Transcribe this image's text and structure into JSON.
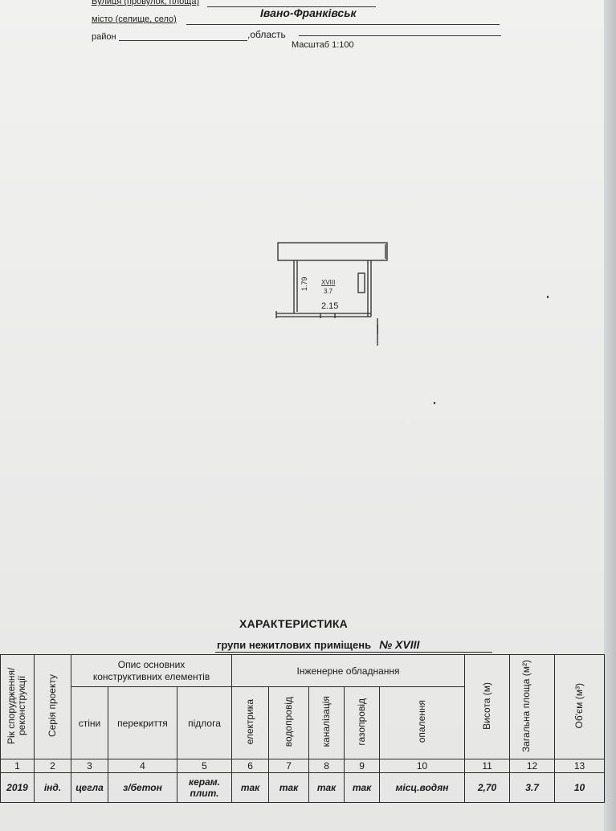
{
  "header": {
    "street_label": "Вулиця (провулок, площа)",
    "city_label": "місто (селище, село)",
    "city_value": "Івано-Франківськ",
    "district_label": "район",
    "region_label": ",область",
    "scale": "Масштаб 1:100"
  },
  "plan": {
    "room_number": "XVIII",
    "room_area": "3.7",
    "dim_vertical": "1.79",
    "dim_horizontal": "2.15"
  },
  "characteristic": {
    "title": "ХАРАКТЕРИСТИКА",
    "subtitle": "групи нежитлових приміщень",
    "group_no": "№ XVIII"
  },
  "table": {
    "headers": {
      "year": "Рік спорудження/ реконструкції",
      "series": "Серія проекту",
      "description": "Опис основних конструктивних елементів",
      "walls": "стіни",
      "ceilings": "перекриття",
      "floor": "підлога",
      "engineering": "Інженерне обладнання",
      "electricity": "електрика",
      "water": "водопровід",
      "sewage": "каналізація",
      "gas": "газопровід",
      "heating": "опалення",
      "height": "Висота (м)",
      "area": "Загальна площа (м²)",
      "volume": "Об'єм (м³)"
    },
    "numbers": [
      "1",
      "2",
      "3",
      "4",
      "5",
      "6",
      "7",
      "8",
      "9",
      "10",
      "11",
      "12",
      "13"
    ],
    "values": {
      "year": "2019",
      "series": "інд.",
      "walls": "цегла",
      "ceilings": "з/бетон",
      "floor_line1": "керам.",
      "floor_line2": "плит.",
      "electricity": "так",
      "water": "так",
      "sewage": "так",
      "gas": "так",
      "heating": "місц.водян",
      "height": "2,70",
      "area": "3.7",
      "volume": "10"
    }
  }
}
